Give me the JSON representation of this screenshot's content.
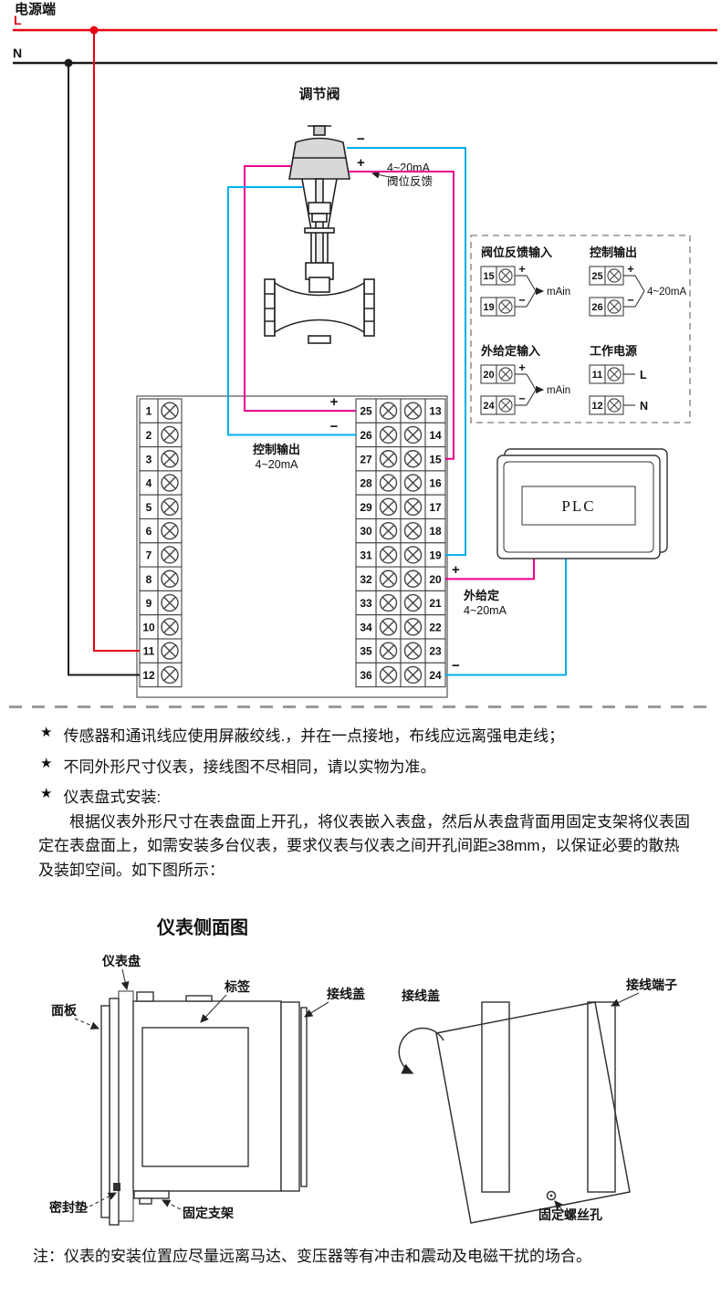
{
  "colors": {
    "live": "#e60012",
    "neutral": "#1a1a1a",
    "magenta": "#ec008c",
    "cyan": "#00aeef"
  },
  "power": {
    "title": "电源端",
    "l_label": "L",
    "n_label": "N"
  },
  "valve": {
    "title": "调节阀",
    "minus": "−",
    "plus": "+",
    "feedback_line1": "4~20mA",
    "feedback_line2": "阀位反馈"
  },
  "terminal_block": {
    "left": [
      "1",
      "2",
      "3",
      "4",
      "5",
      "6",
      "7",
      "8",
      "9",
      "10",
      "11",
      "12"
    ],
    "middle": [
      "25",
      "26",
      "27",
      "28",
      "29",
      "30",
      "31",
      "32",
      "33",
      "34",
      "35",
      "36"
    ],
    "right": [
      "13",
      "14",
      "15",
      "16",
      "17",
      "18",
      "19",
      "20",
      "21",
      "22",
      "23",
      "24"
    ],
    "control_plus": "+",
    "control_minus": "−",
    "control_label1": "控制输出",
    "control_label2": "4~20mA",
    "ext_plus": "+",
    "ext_minus": "−"
  },
  "legend": {
    "sections": [
      {
        "title": "阀位反馈输入",
        "t1": "15",
        "t2": "19",
        "s1": "+",
        "s2": "−",
        "mid": "mAin"
      },
      {
        "title": "控制输出",
        "t1": "25",
        "t2": "26",
        "s1": "+",
        "s2": "−",
        "mid": "4~20mA"
      },
      {
        "title": "外给定输入",
        "t1": "20",
        "t2": "24",
        "s1": "+",
        "s2": "−",
        "mid": "mAin"
      },
      {
        "title": "工作电源",
        "t1": "11",
        "t2": "12",
        "s1": "L",
        "s2": "N",
        "mid": ""
      }
    ]
  },
  "plc": {
    "label": "PLC"
  },
  "ext_setpoint": {
    "line1": "外给定",
    "line2": "4~20mA"
  },
  "notes": {
    "star": "★",
    "note1": "传感器和通讯线应使用屏蔽绞线.，并在一点接地，布线应远离强电走线；",
    "note2": "不同外形尺寸仪表，接线图不尽相同，请以实物为准。",
    "note3": "仪表盘式安装:",
    "paragraph": "根据仪表外形尺寸在表盘面上开孔，将仪表嵌入表盘，然后从表盘背面用固定支架将仪表固定在表盘面上，如需安装多台仪表，要求仪表与仪表之间开孔间距≥38mm，以保证必要的散热及装卸空间。如下图所示：",
    "side_view_title": "仪表侧面图",
    "bottom_note": "注：仪表的安装位置应尽量远离马达、变压器等有冲击和震动及电磁干扰的场合。"
  },
  "install": {
    "panel": "仪表盘",
    "front": "面板",
    "tag": "标签",
    "cover": "接线盖",
    "gasket": "密封垫",
    "bracket": "固定支架",
    "terminal": "接线端子",
    "screw_hole": "固定螺丝孔"
  }
}
